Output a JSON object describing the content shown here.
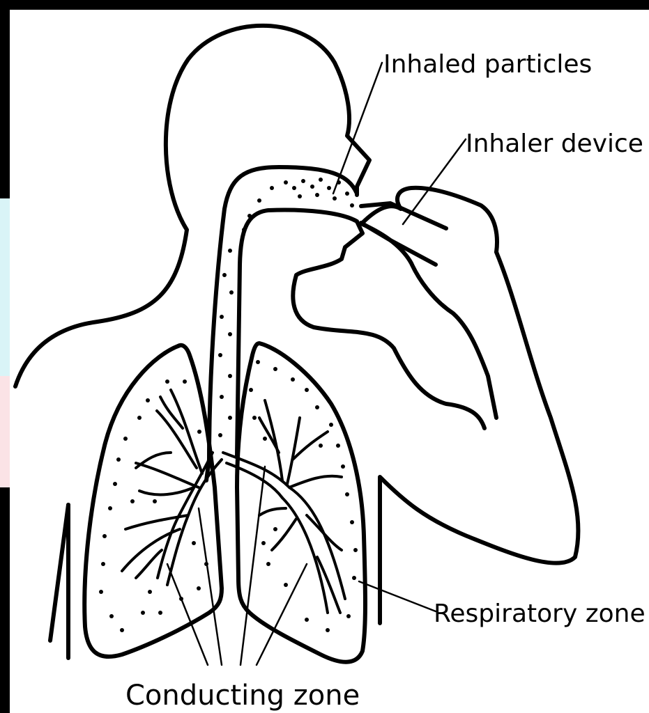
{
  "colors": {
    "frame": "#000000",
    "panel": "#ffffff",
    "edge_cyan": "#d9f4f7",
    "edge_pink": "#fbe3e6"
  },
  "labels": {
    "inhaled_particles": "Inhaled particles",
    "inhaler_device": "Inhaler device",
    "respiratory_zone": "Respiratory zone",
    "conducting_zone": "Conducting zone"
  }
}
